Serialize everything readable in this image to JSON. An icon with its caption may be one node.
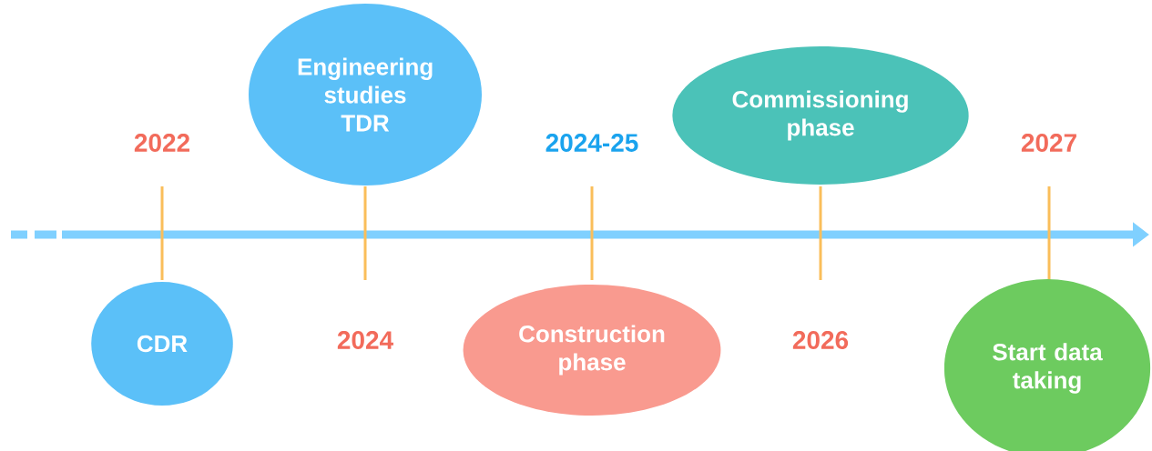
{
  "diagram": {
    "nodes": [
      {
        "text": [
          "CDR"
        ]
      },
      {
        "text": [
          "Engineering studies TDR"
        ]
      },
      {
        "text": [
          "Construction phase"
        ]
      },
      {
        "text": [
          "Commissioning phase"
        ]
      },
      {
        "text": [
          "Start data taking"
        ]
      }
    ],
    "labels": [
      "2022",
      "2024-25",
      "2027",
      "2024",
      "2026"
    ]
  }
}
